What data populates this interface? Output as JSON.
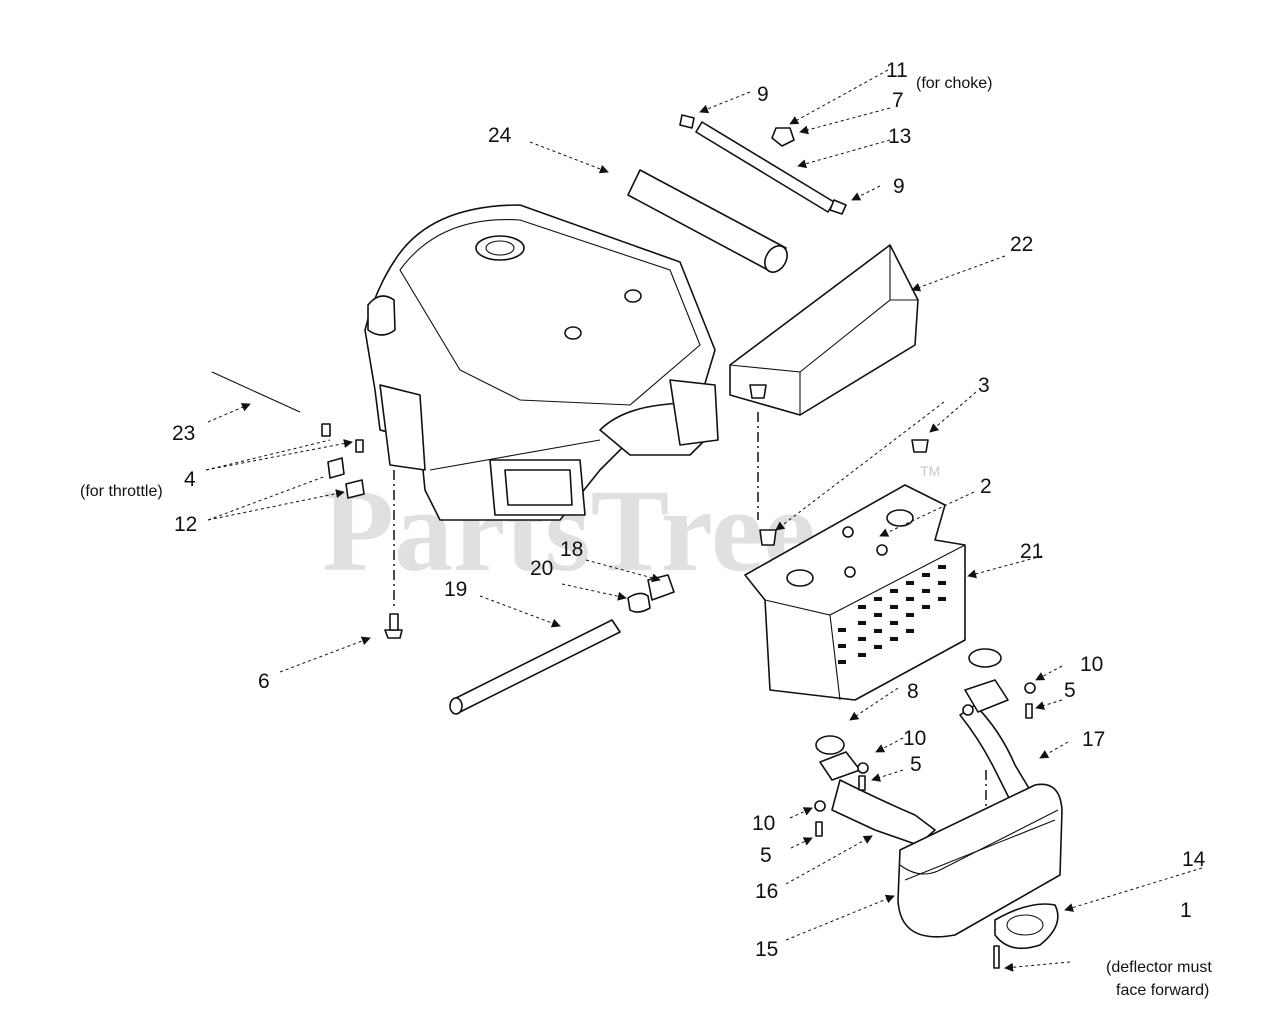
{
  "watermark": "PartsTree",
  "trademark": "TM",
  "callouts": {
    "c1": "1",
    "c2": "2",
    "c3": "3",
    "c4": "4",
    "c5a": "5",
    "c5b": "5",
    "c5c": "5",
    "c6": "6",
    "c7": "7",
    "c8": "8",
    "c9a": "9",
    "c9b": "9",
    "c10a": "10",
    "c10b": "10",
    "c10c": "10",
    "c11": "11",
    "c12": "12",
    "c13": "13",
    "c14": "14",
    "c15": "15",
    "c16": "16",
    "c17": "17",
    "c18": "18",
    "c19": "19",
    "c20": "20",
    "c21": "21",
    "c22": "22",
    "c23": "23",
    "c24": "24"
  },
  "notes": {
    "choke": "(for choke)",
    "throttle": "(for throttle)",
    "deflector_line1": "(deflector must",
    "deflector_line2": "face forward)"
  }
}
